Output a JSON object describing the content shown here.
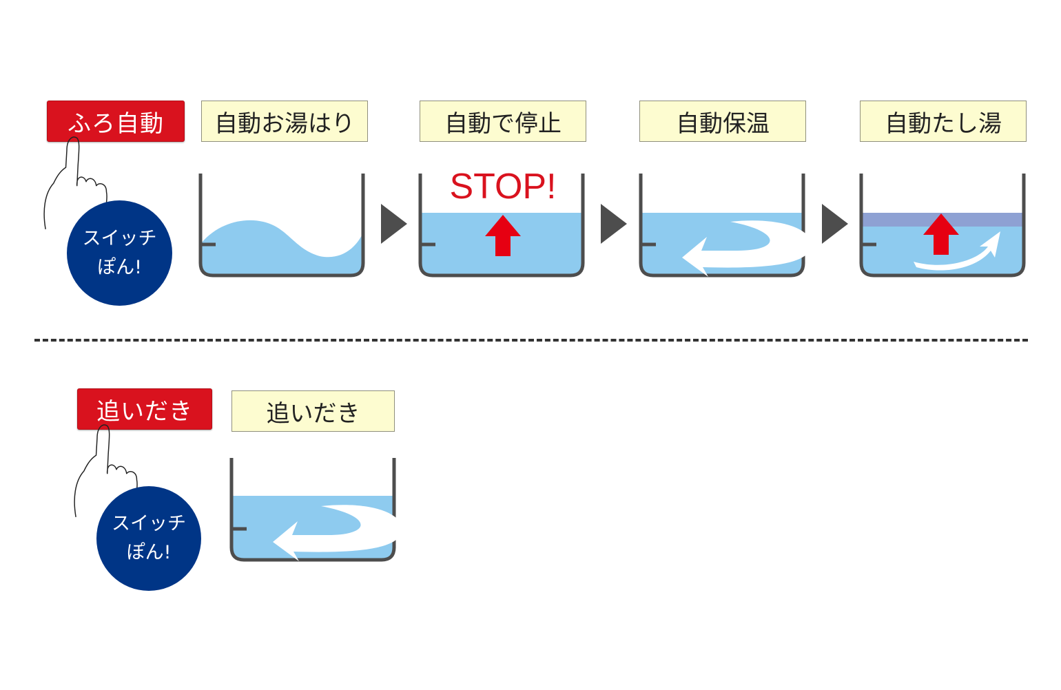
{
  "auto_section": {
    "button_label": "ふろ自動",
    "switch_badge": {
      "line1": "スイッチ",
      "line2": "ぽん!"
    },
    "steps": [
      {
        "label": "自動お湯はり"
      },
      {
        "label": "自動で停止",
        "callout": "STOP!"
      },
      {
        "label": "自動保温"
      },
      {
        "label": "自動たし湯"
      }
    ]
  },
  "reheat_section": {
    "button_label": "追いだき",
    "switch_badge": {
      "line1": "スイッチ",
      "line2": "ぽん!"
    },
    "steps": [
      {
        "label": "追いだき"
      }
    ]
  },
  "icons": {
    "finger": "pointing-hand-icon",
    "next": "triangle-right-icon",
    "up": "up-arrow-icon",
    "circulate": "circulation-arrow-icon"
  },
  "colors": {
    "button_red": "#d9121e",
    "label_bg": "#fdfcd0",
    "badge_navy": "#003586",
    "water": "#8ecbef",
    "top_layer": "#8ea1d3",
    "arrow_red": "#e60012",
    "tank_outline": "#4d4d4d"
  }
}
